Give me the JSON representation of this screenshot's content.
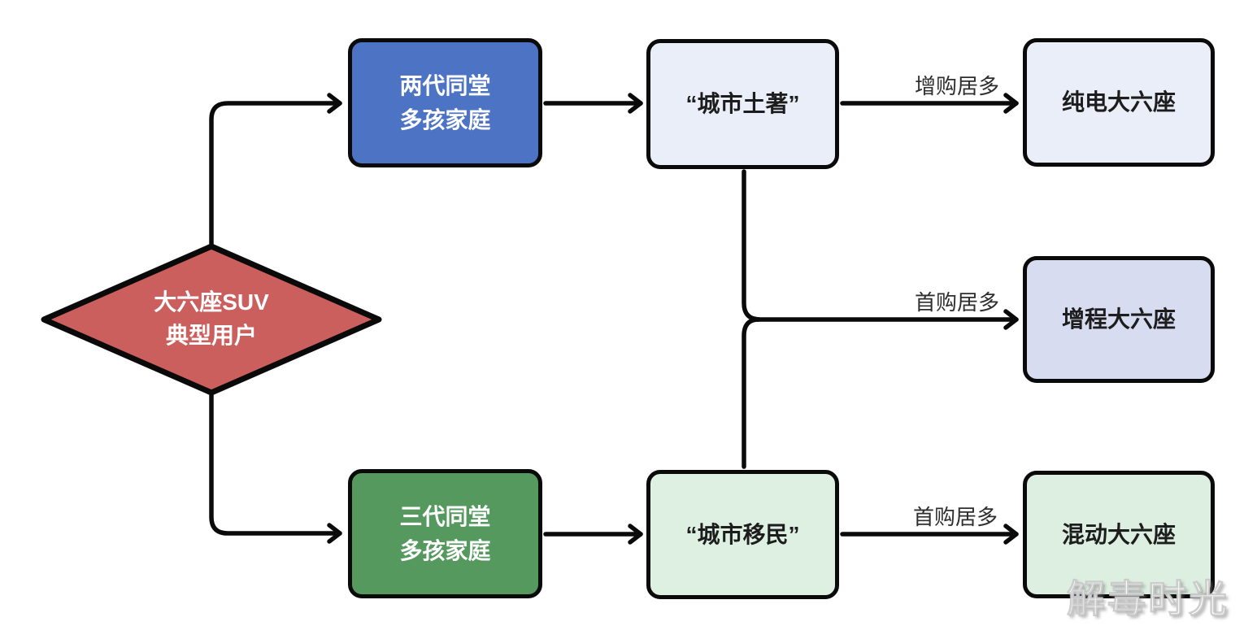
{
  "diagram": {
    "nodes": {
      "root": {
        "line1": "大六座SUV",
        "line2": "典型用户",
        "shape": "diamond",
        "fill": "#cb5f5d"
      },
      "two_gen": {
        "line1": "两代同堂",
        "line2": "多孩家庭",
        "fill": "#4d74c4"
      },
      "three_gen": {
        "line1": "三代同堂",
        "line2": "多孩家庭",
        "fill": "#55995f"
      },
      "city_natives": {
        "label": "“城市土著”",
        "fill": "#e9eef8"
      },
      "city_migrants": {
        "label": "“城市移民”",
        "fill": "#ddf0e2"
      },
      "pure_ev": {
        "label": "纯电大六座",
        "fill": "#e9eef8"
      },
      "range_extender": {
        "label": "增程大六座",
        "fill": "#d8dcf1"
      },
      "hybrid": {
        "label": "混动大六座",
        "fill": "#ddefe1"
      }
    },
    "edge_labels": {
      "natives_to_pure_ev": "增购居多",
      "merge_to_range_extender": "首购居多",
      "migrants_to_hybrid": "首购居多"
    },
    "colors": {
      "connector_line": "#0a0a0a",
      "node_border": "#0a0a0a",
      "diamond_fill": "#cb5f5d",
      "blue_fill": "#4d74c4",
      "green_fill": "#55995f",
      "light_blue_fill": "#e9eef8",
      "lavender_fill": "#d8dcf1",
      "light_green_fill": "#ddefe1",
      "watermark_color": "#ffffff"
    }
  },
  "watermark": "解毒时光"
}
